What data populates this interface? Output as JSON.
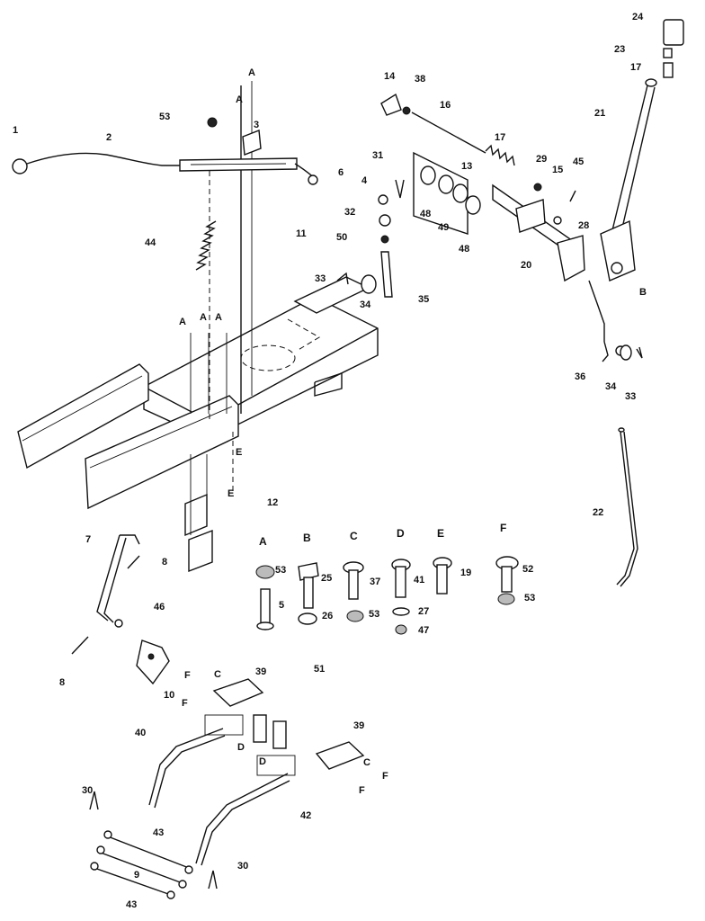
{
  "callouts": {
    "n1": "1",
    "n2": "2",
    "n3": "3",
    "n4": "4",
    "n5": "5",
    "n6": "6",
    "n7": "7",
    "n8a": "8",
    "n8b": "8",
    "n9": "9",
    "n10": "10",
    "n11": "11",
    "n12": "12",
    "n13": "13",
    "n14": "14",
    "n15": "15",
    "n16": "16",
    "n17a": "17",
    "n17b": "17",
    "n19": "19",
    "n20": "20",
    "n21": "21",
    "n22": "22",
    "n23": "23",
    "n24": "24",
    "n25": "25",
    "n26": "26",
    "n27": "27",
    "n28": "28",
    "n29": "29",
    "n30a": "30",
    "n30b": "30",
    "n31": "31",
    "n32": "32",
    "n33a": "33",
    "n33b": "33",
    "n34a": "34",
    "n34b": "34",
    "n35": "35",
    "n36": "36",
    "n37": "37",
    "n38": "38",
    "n39a": "39",
    "n39b": "39",
    "n40": "40",
    "n41": "41",
    "n42": "42",
    "n43a": "43",
    "n43b": "43",
    "n44": "44",
    "n45": "45",
    "n46": "46",
    "n47": "47",
    "n48a": "48",
    "n48b": "48",
    "n49": "49",
    "n50": "50",
    "n51": "51",
    "n52": "52",
    "n53a": "53",
    "n53b": "53",
    "n53c": "53",
    "n53d": "53"
  },
  "reference_letters": {
    "A": "A",
    "B": "B",
    "C": "C",
    "D": "D",
    "E": "E",
    "F": "F"
  },
  "hardware_legend": {
    "A": "A",
    "B": "B",
    "C": "C",
    "D": "D",
    "E": "E",
    "F": "F"
  }
}
